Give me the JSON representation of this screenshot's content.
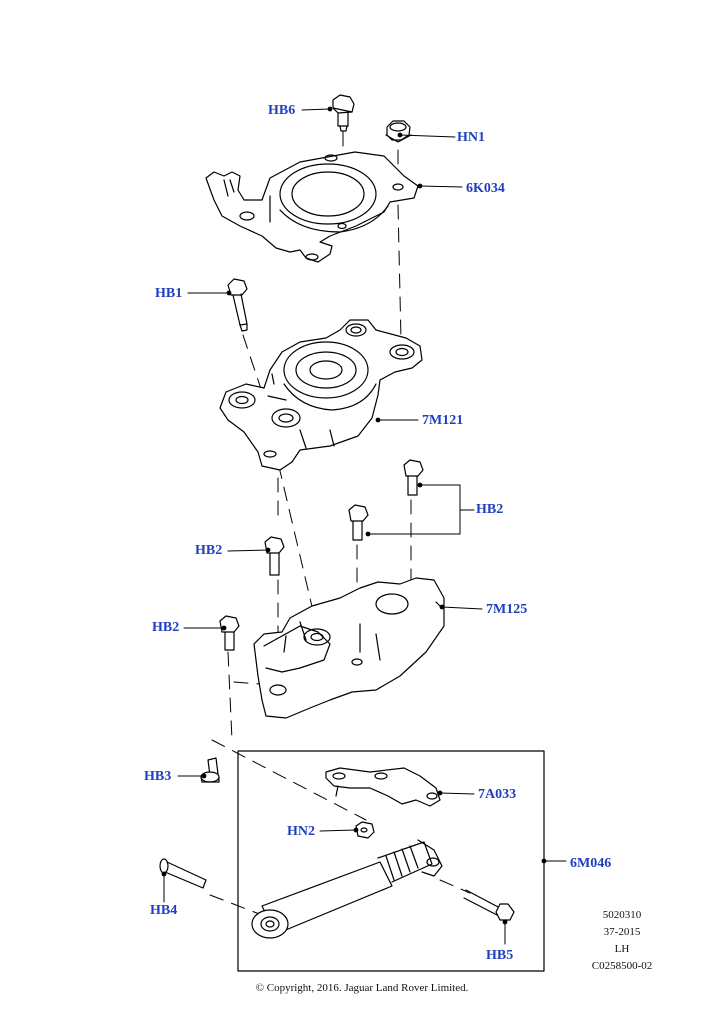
{
  "callouts": {
    "hb6": "HB6",
    "hn1": "HN1",
    "k034": "6K034",
    "hb1": "HB1",
    "m121": "7M121",
    "hb2_upper": "HB2",
    "hb2_left": "HB2",
    "hb2_lower": "HB2",
    "m125": "7M125",
    "hb3": "HB3",
    "a033": "7A033",
    "hn2": "HN2",
    "m046": "6M046",
    "hb4": "HB4",
    "hb5": "HB5"
  },
  "meta": {
    "line1": "5020310",
    "line2": "37-2015",
    "line3": "LH",
    "line4": "C0258500-02"
  },
  "copyright": "© Copyright, 2016. Jaguar Land Rover Limited.",
  "colors": {
    "callout": "#1f3fbf",
    "line": "#000000"
  }
}
